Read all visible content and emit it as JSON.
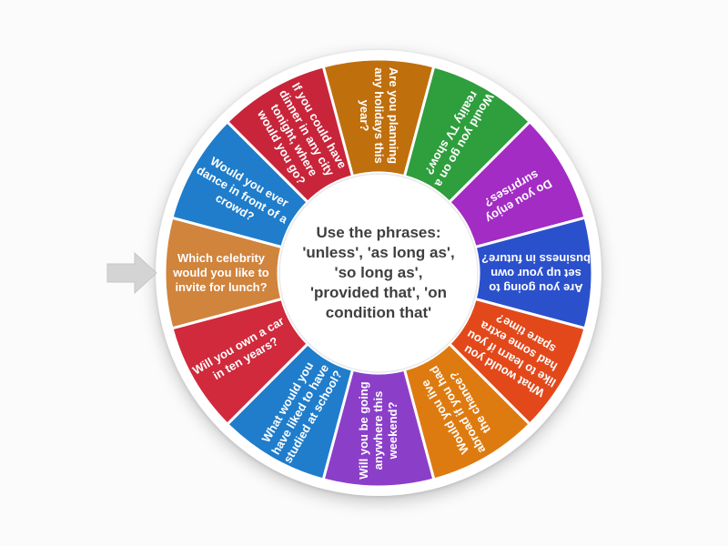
{
  "wheel": {
    "center_label": "Use the phrases: 'unless', 'as long as', 'so long as', 'provided that', 'on condition that'",
    "segments": [
      {
        "label": "Are you planning any holidays this year?",
        "color": "#c06f0d"
      },
      {
        "label": "Would you go on a reality TV show?",
        "color": "#2f9e3d"
      },
      {
        "label": "Do you enjoy surprises?",
        "color": "#a32cc4"
      },
      {
        "label": "Are you going to set up your own business in future?",
        "color": "#2b50cc"
      },
      {
        "label": "What would you like to learn if you had some extra spare time?",
        "color": "#e3481b"
      },
      {
        "label": "Would you live abroad if you had the chance?",
        "color": "#de7b10"
      },
      {
        "label": "Will you be going anywhere this weekend?",
        "color": "#8b3fc9"
      },
      {
        "label": "What would you have liked to have studied at school?",
        "color": "#1f7dcb"
      },
      {
        "label": "Will you own a car in ten years?",
        "color": "#d02a3c"
      },
      {
        "label": "Which celebrity would you like to invite for lunch?",
        "color": "#d0843c"
      },
      {
        "label": "Would you ever dance in front of a crowd?",
        "color": "#1f7dcb"
      },
      {
        "label": "If you could have dinner in any city tonight, where would you go?",
        "color": "#c8253a"
      }
    ],
    "pointer": {
      "color": "#d4d4d4"
    }
  },
  "colors": {
    "background": "#fbfbfb",
    "segment_text": "#ffffff",
    "center_text": "#3f3f3f",
    "separator": "#ffffff",
    "center_ring": "#e9e9e9"
  }
}
